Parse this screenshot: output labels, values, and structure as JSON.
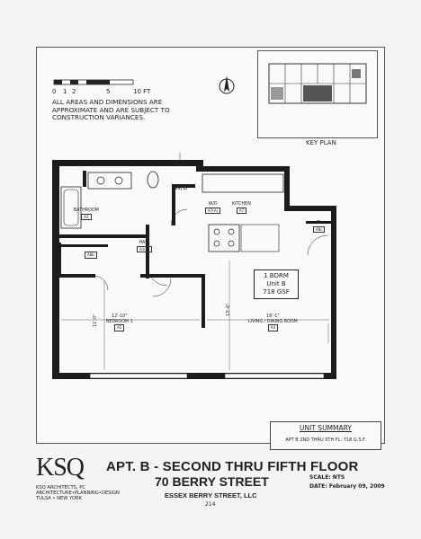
{
  "scale_bar": {
    "ticks": [
      "0",
      "1",
      "2",
      "5",
      "10 FT"
    ]
  },
  "notes": "ALL AREAS AND DIMENSIONS ARE APPROXIMATE AND ARE SUBJECT TO CONSTRUCTION VARIANCES.",
  "north_arrow_label": "N",
  "key_plan": {
    "title": "KEY PLAN"
  },
  "rooms": {
    "bathroom": {
      "name": "BATHROOM",
      "tag": "A3"
    },
    "wd": {
      "name": "W/D"
    },
    "wic": {
      "name": "W/D",
      "tag": "A7(A)"
    },
    "kitchen": {
      "name": "KITCHEN",
      "tag": "A7"
    },
    "hall": {
      "name": "HALL",
      "tag": "A1(B)"
    },
    "closet_a": {
      "tag": "A8b"
    },
    "closet_b": {
      "name": "CL",
      "tag": "A8c"
    },
    "bedroom": {
      "name": "BEDROOM 1",
      "tag": "A5",
      "dim_w": "12'-10\"",
      "dim_d": "11'-0\""
    },
    "living": {
      "name": "LIVING / DINING ROOM",
      "tag": "A4",
      "dim_w": "16'-1\"",
      "dim_d": "13'-6\""
    }
  },
  "unit_label": {
    "type": "1 BDRM",
    "unit": "Unit B",
    "area": "718 GSF"
  },
  "unit_summary": {
    "title": "UNIT SUMMARY",
    "row": "APT B 2ND THRU 5TH FL: 718 G.S.F."
  },
  "title_block": {
    "title": "APT. B - SECOND THRU FIFTH FLOOR",
    "address": "70 BERRY STREET",
    "owner": "ESSEX BERRY STREET, LLC",
    "scale_label": "SCALE:",
    "scale_value": "NTS",
    "date_label": "DATE:",
    "date_value": "February 09, 2009",
    "page_number": "214"
  },
  "firm": {
    "logo": "KSQ",
    "line1": "KSQ ARCHITECTS, PC",
    "line2": "ARCHITECTURE•PLANNING•DESIGN",
    "line3": "TULSA • NEW YORK"
  }
}
